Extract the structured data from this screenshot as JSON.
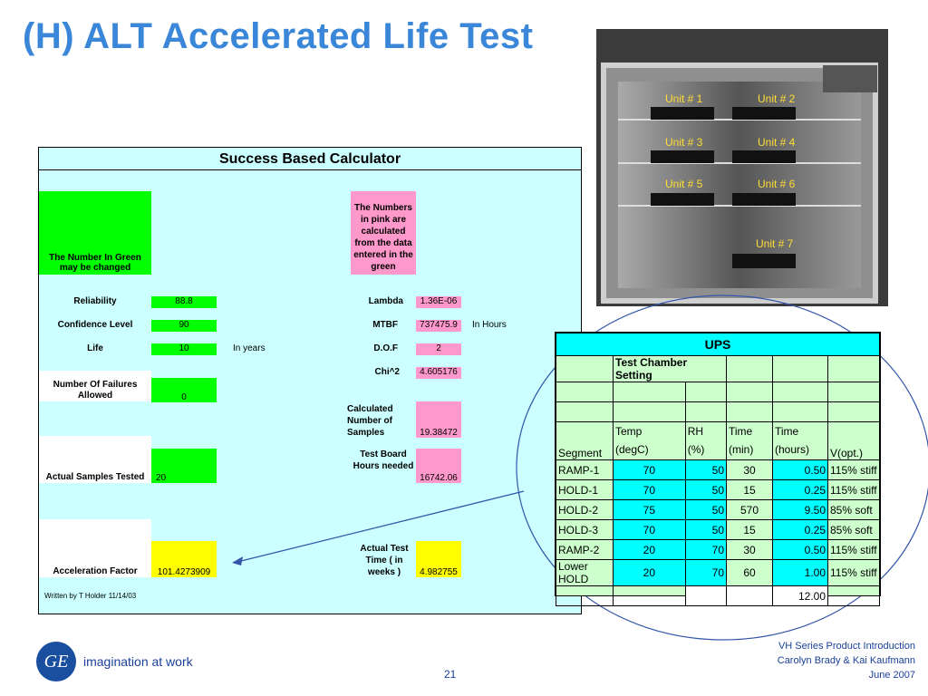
{
  "title": "(H) ALT Accelerated Life Test",
  "calculator": {
    "title": "Success Based Calculator",
    "green_note": "The Number In Green may be changed",
    "pink_note": "The Numbers in pink are calculated from the data entered in the green",
    "reliability_label": "Reliability",
    "reliability_value": "88.8",
    "confidence_label": "Confidence Level",
    "confidence_value": "90",
    "life_label": "Life",
    "life_value": "10",
    "life_unit": "In years",
    "failures_label": "Number Of Failures Allowed",
    "failures_value": "0",
    "samples_tested_label": "Actual Samples Tested",
    "samples_tested_value": "20",
    "accel_label": "Acceleration Factor",
    "accel_value": "101.4273909",
    "lambda_label": "Lambda",
    "lambda_value": "1.36E-06",
    "mtbf_label": "MTBF",
    "mtbf_value": "737475.9",
    "mtbf_unit": "In Hours",
    "dof_label": "D.O.F",
    "dof_value": "2",
    "chi_label": "Chi^2",
    "chi_value": "4.605176",
    "calc_samples_label": "Calculated Number of Samples",
    "calc_samples_value": "19.38472",
    "board_hours_label": "Test Board Hours needed",
    "board_hours_value": "16742.06",
    "test_time_label": "Actual Test Time ( in weeks )",
    "test_time_value": "4.982755",
    "written_by": "Written by T Holder 11/14/03"
  },
  "photo": {
    "units": [
      "Unit # 1",
      "Unit # 2",
      "Unit # 3",
      "Unit # 4",
      "Unit # 5",
      "Unit # 6",
      "Unit # 7"
    ]
  },
  "ups": {
    "title": "UPS",
    "setting": "Test Chamber Setting",
    "headers": {
      "segment": "Segment",
      "temp1": "Temp",
      "temp2": "(degC)",
      "rh1": "RH",
      "rh2": "(%)",
      "time1": "Time",
      "time2": "(min)",
      "hours1": "Time",
      "hours2": "(hours)",
      "v": "V(opt.)"
    },
    "rows": [
      {
        "segment": "RAMP-1",
        "temp": "70",
        "rh": "50",
        "min": "30",
        "hours": "0.50",
        "v": "115% stiff"
      },
      {
        "segment": "HOLD-1",
        "temp": "70",
        "rh": "50",
        "min": "15",
        "hours": "0.25",
        "v": "115% stiff"
      },
      {
        "segment": "HOLD-2",
        "temp": "75",
        "rh": "50",
        "min": "570",
        "hours": "9.50",
        "v": "85% soft"
      },
      {
        "segment": "HOLD-3",
        "temp": "70",
        "rh": "50",
        "min": "15",
        "hours": "0.25",
        "v": "85% soft"
      },
      {
        "segment": "RAMP-2",
        "temp": "20",
        "rh": "70",
        "min": "30",
        "hours": "0.50",
        "v": "115% stiff"
      },
      {
        "segment": "Lower HOLD",
        "temp": "20",
        "rh": "70",
        "min": "60",
        "hours": "1.00",
        "v": "115% stiff"
      }
    ],
    "total": "12.00"
  },
  "footer": {
    "brand": "imagination at work",
    "logo_text": "GE",
    "page_number": "21",
    "line1": "VH Series Product Introduction",
    "line2": "Carolyn Brady & Kai Kaufmann",
    "line3": "June 2007"
  },
  "colors": {
    "title": "#3a86d8",
    "green": "#00ff00",
    "pink": "#ff99cc",
    "yellow": "#ffff00",
    "panel": "#ccffff",
    "table_cyan": "#00ffff"
  }
}
